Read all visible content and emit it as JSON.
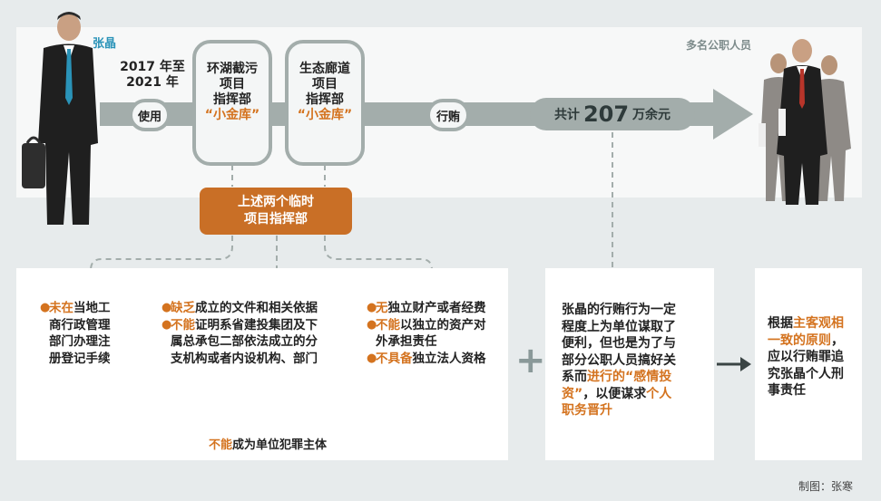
{
  "subject": {
    "name": "张晶",
    "period": [
      "2017 年至",
      "2021 年"
    ]
  },
  "flow": {
    "use_label": "使用",
    "projects": [
      {
        "lines": [
          "环湖截污",
          "项目",
          "指挥部"
        ],
        "tag": "“小金库”"
      },
      {
        "lines": [
          "生态廊道",
          "项目",
          "指挥部"
        ],
        "tag": "“小金库”"
      }
    ],
    "bribe_label": "行贿",
    "total": {
      "prefix": "共计",
      "amount": "207",
      "suffix": "万余元"
    },
    "officials_label": "多名公职人员"
  },
  "center": {
    "lines": [
      "上述两个临时",
      "项目指挥部"
    ]
  },
  "reasons": {
    "col1": [
      {
        "em": "未在",
        "rest": "当地工",
        "more": [
          "商行政管理",
          "部门办理注",
          "册登记手续"
        ]
      }
    ],
    "col2": [
      {
        "em": "缺乏",
        "rest": "成立的文件和相关依据",
        "more": []
      },
      {
        "em": "不能",
        "rest": "证明系省建投集团及下",
        "more": [
          "属总承包二部依法成立的分",
          "支机构或者内设机构、部门"
        ]
      }
    ],
    "col3": [
      {
        "em": "无",
        "rest": "独立财产或者经费",
        "more": []
      },
      {
        "em": "不能",
        "rest": "以独立的资产对",
        "more": [
          "外承担责任"
        ]
      },
      {
        "em": "不具备",
        "rest": "独立法人资格",
        "more": []
      }
    ],
    "conclusion": {
      "em": "不能",
      "rest": "成为单位犯罪主体"
    }
  },
  "plus": "+",
  "middle_text": {
    "l1": "张晶的行贿行为一定",
    "l2": "程度上为单位谋取了",
    "l3": "便利，但也是为了与",
    "l4": "部分公职人员搞好关",
    "l5a": "系而",
    "l5b": "进行的“感情投",
    "l6a": "资”",
    "l6b": "，以便谋求",
    "l6c": "个人",
    "l7": "职务晋升"
  },
  "right_text": {
    "l1a": "根据",
    "l1b": "主客观相",
    "l2a": "一致的原则",
    "l2b": "，",
    "l3": "应以行贿罪追",
    "l4": "究张晶个人刑",
    "l5": "事责任"
  },
  "credit": "制图：张寒",
  "colors": {
    "accent": "#d4731f",
    "center_box": "#c96f26",
    "pipe": "#a3adab",
    "name": "#2a93b8"
  }
}
